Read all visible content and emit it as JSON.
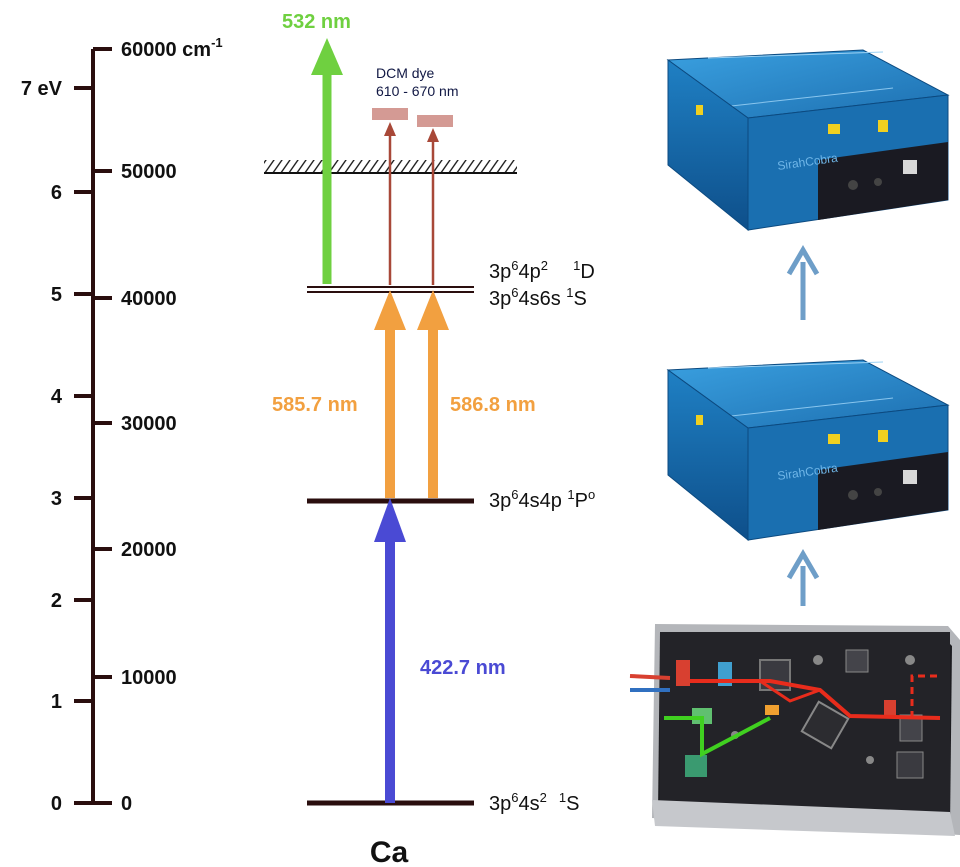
{
  "figure": {
    "element": "Ca",
    "ev_axis": {
      "ticks": [
        "0",
        "1",
        "2",
        "3",
        "4",
        "5",
        "6"
      ],
      "top_label": "7 eV"
    },
    "wavenumber_axis": {
      "ticks": [
        "0",
        "10000",
        "20000",
        "30000",
        "40000",
        "50000"
      ],
      "top_label_base": "60000 cm",
      "top_label_sup": "-1"
    },
    "levels": [
      {
        "id": "ground",
        "config": "3p",
        "sup1": "6",
        "mid": "4s",
        "sup2": "2",
        "space": "  ",
        "term_sup": "1",
        "term": "S"
      },
      {
        "id": "p",
        "config": "3p",
        "sup1": "6",
        "mid": "4s4p ",
        "sup2": "",
        "space": "",
        "term_sup": "1",
        "term": "P",
        "term_sup2": "o"
      },
      {
        "id": "s",
        "config": "3p",
        "sup1": "6",
        "mid": "4s6s ",
        "sup2": "",
        "space": "",
        "term_sup": "1",
        "term": "S"
      },
      {
        "id": "d",
        "config": "3p",
        "sup1": "6",
        "mid": "4p",
        "sup2": "2",
        "space": "  ",
        "term_sup": "1",
        "term": "D"
      }
    ],
    "transitions": [
      {
        "wavelength": "422.7 nm",
        "color": "#4a4ad4"
      },
      {
        "wavelength": "585.7 nm",
        "color": "#f2a040"
      },
      {
        "wavelength": "586.8 nm",
        "color": "#f2a040"
      },
      {
        "wavelength": "532 nm",
        "color": "#6fd040"
      }
    ],
    "dye_label_line1": "DCM dye",
    "dye_label_line2": "610 - 670 nm",
    "colors": {
      "axis": "#2a0e0e",
      "dye_arrow": "#a84838",
      "dye_box": "#d49a94",
      "flow_arrow": "#6e9ec8",
      "laser_body": "#1e7fc0"
    }
  }
}
